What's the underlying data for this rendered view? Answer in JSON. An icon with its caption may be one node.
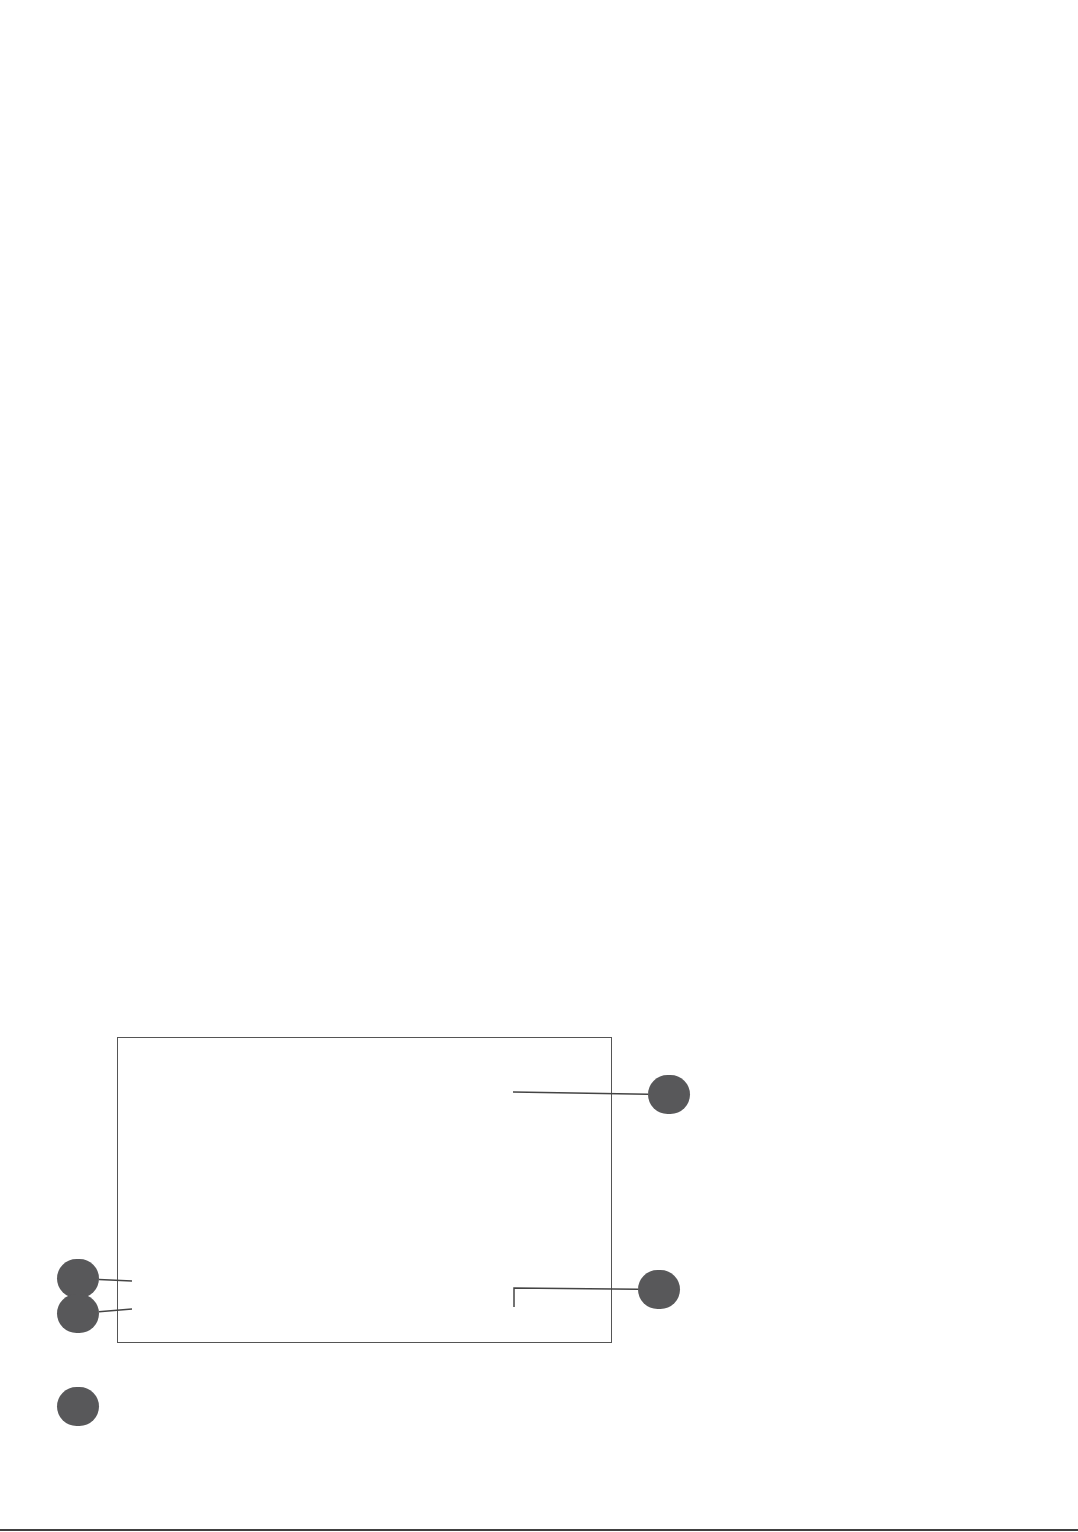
{
  "diagram": {
    "nodes": [
      {
        "text": [],
        "shape": "box"
      },
      {
        "text": [],
        "shape": "circle"
      },
      {
        "text": [],
        "shape": "circle"
      },
      {
        "text": [],
        "shape": "circle"
      },
      {
        "text": [],
        "shape": "circle"
      },
      {
        "text": [],
        "shape": "circle"
      }
    ],
    "edges": [
      {
        "from": 1,
        "to": 0,
        "arrow": "none"
      },
      {
        "from": 2,
        "to": 0,
        "arrow": "none"
      },
      {
        "from": 3,
        "to": 0,
        "arrow": "none"
      },
      {
        "from": 4,
        "to": 0,
        "arrow": "none"
      }
    ]
  }
}
